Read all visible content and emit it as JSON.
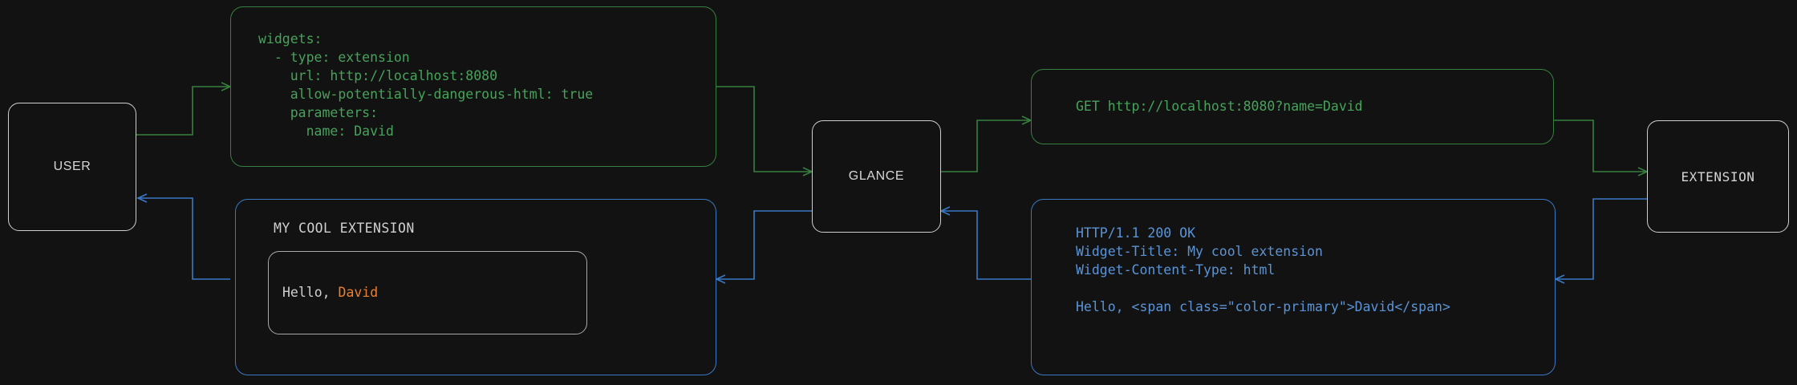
{
  "theme": {
    "background": "#121212",
    "node_border": "#cfcfcf",
    "node_text": "#d6d6d6",
    "green_border": "#36803f",
    "green_text": "#46a35a",
    "blue_border": "#3b78c4",
    "blue_text": "#5a94d6",
    "accent_orange": "#ef7f2a",
    "widget_inner_border": "#a8a8a8",
    "widget_text": "#d0d0d0"
  },
  "nodes": {
    "user": {
      "label": "USER"
    },
    "glance": {
      "label": "GLANCE"
    },
    "extension": {
      "label": "EXTENSION"
    }
  },
  "boxes": {
    "config_yaml": {
      "color": "green",
      "text": "widgets:\n  - type: extension\n    url: http://localhost:8080\n    allow-potentially-dangerous-html: true\n    parameters:\n      name: David"
    },
    "http_request": {
      "color": "green",
      "text": "GET http://localhost:8080?name=David"
    },
    "http_response": {
      "color": "blue",
      "text": "HTTP/1.1 200 OK\nWidget-Title: My cool extension\nWidget-Content-Type: html\n\nHello, <span class=\"color-primary\">David</span>"
    },
    "rendered_widget": {
      "color": "blue",
      "title": "MY COOL EXTENSION",
      "greeting_prefix": "Hello, ",
      "greeting_name": "David"
    }
  },
  "edges": [
    {
      "name": "user-to-config",
      "color": "#36803f",
      "direction": "right"
    },
    {
      "name": "config-to-glance",
      "color": "#36803f",
      "direction": "right"
    },
    {
      "name": "glance-to-request",
      "color": "#36803f",
      "direction": "right"
    },
    {
      "name": "request-to-extension",
      "color": "#36803f",
      "direction": "right"
    },
    {
      "name": "extension-to-response",
      "color": "#3b78c4",
      "direction": "left"
    },
    {
      "name": "response-to-glance",
      "color": "#3b78c4",
      "direction": "left"
    },
    {
      "name": "glance-to-widget",
      "color": "#3b78c4",
      "direction": "left"
    },
    {
      "name": "widget-to-user",
      "color": "#3b78c4",
      "direction": "left"
    }
  ]
}
